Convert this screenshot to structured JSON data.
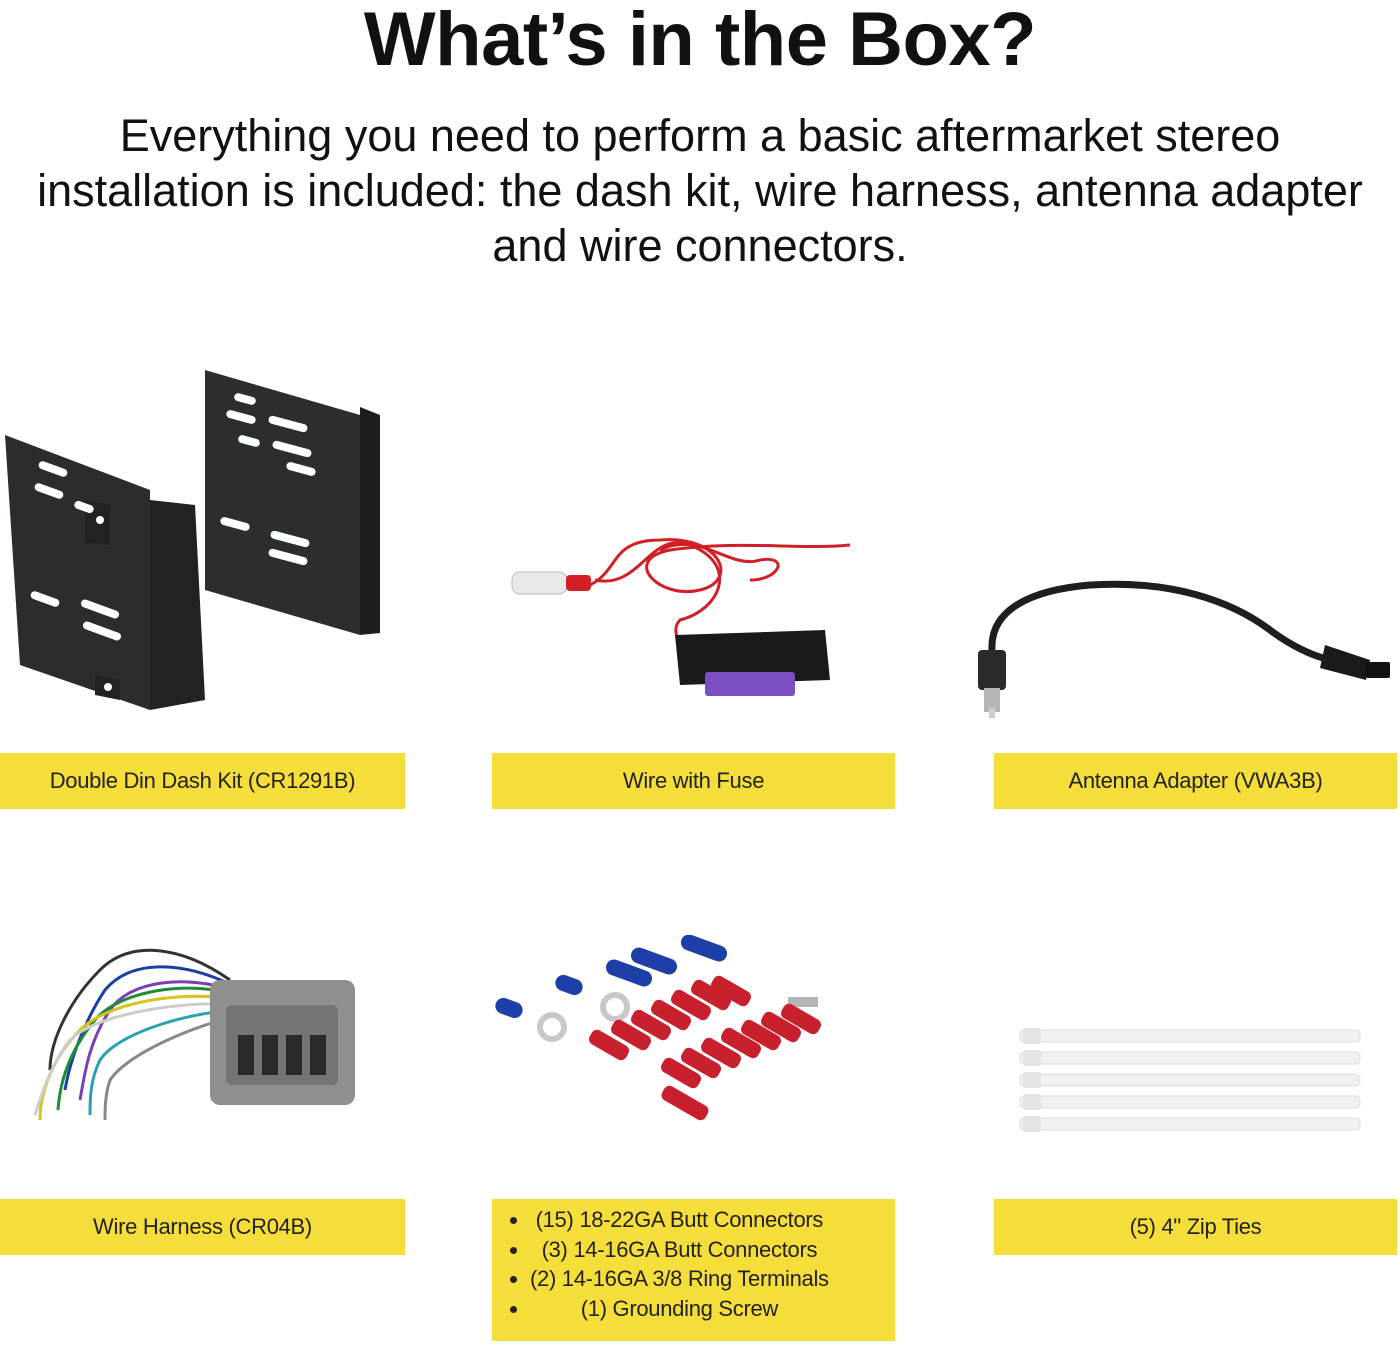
{
  "header": {
    "title": "What’s in the Box?",
    "subtitle": "Everything you need to perform a basic aftermarket stereo installation is included: the dash kit, wire harness, antenna adapter and wire connectors."
  },
  "items": [
    {
      "label": "Double Din Dash Kit (CR1291B)",
      "icon": "dash-kit-brackets"
    },
    {
      "label": "Wire with Fuse",
      "icon": "fused-wire"
    },
    {
      "label": "Antenna Adapter (VWA3B)",
      "icon": "antenna-adapter"
    },
    {
      "label": "Wire Harness (CR04B)",
      "icon": "wire-harness"
    },
    {
      "label_list": [
        "(15) 18-22GA Butt Connectors",
        "(3)  14-16GA Butt Connectors",
        "(2)  14-16GA 3/8 Ring Terminals",
        "(1)  Grounding Screw"
      ],
      "icon": "connectors-assortment"
    },
    {
      "label": "(5) 4\" Zip Ties",
      "icon": "zip-ties"
    }
  ],
  "colors": {
    "label_bg": "#f6de3a",
    "text": "#111111"
  }
}
